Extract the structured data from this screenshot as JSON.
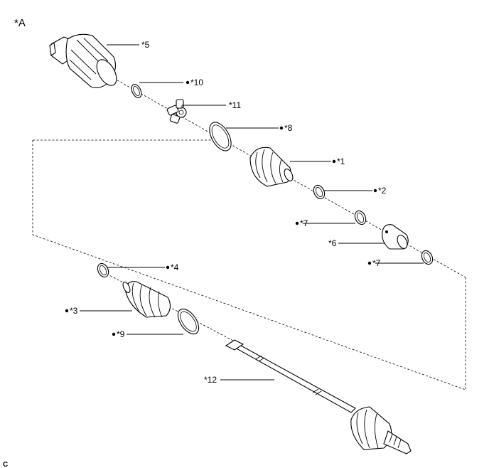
{
  "view_label": "*A",
  "corner_code": "C",
  "parts": [
    {
      "id": "p5",
      "label": "*5",
      "bullet": false
    },
    {
      "id": "p10",
      "label": "*10",
      "bullet": true
    },
    {
      "id": "p11",
      "label": "*11",
      "bullet": false
    },
    {
      "id": "p8",
      "label": "*8",
      "bullet": true
    },
    {
      "id": "p1",
      "label": "*1",
      "bullet": true
    },
    {
      "id": "p2",
      "label": "*2",
      "bullet": true
    },
    {
      "id": "p7a",
      "label": "*7",
      "bullet": true
    },
    {
      "id": "p6",
      "label": "*6",
      "bullet": false
    },
    {
      "id": "p7b",
      "label": "*7",
      "bullet": true
    },
    {
      "id": "p4",
      "label": "*4",
      "bullet": true
    },
    {
      "id": "p3",
      "label": "*3",
      "bullet": true
    },
    {
      "id": "p9",
      "label": "*9",
      "bullet": true
    },
    {
      "id": "p12",
      "label": "*12",
      "bullet": false
    }
  ]
}
